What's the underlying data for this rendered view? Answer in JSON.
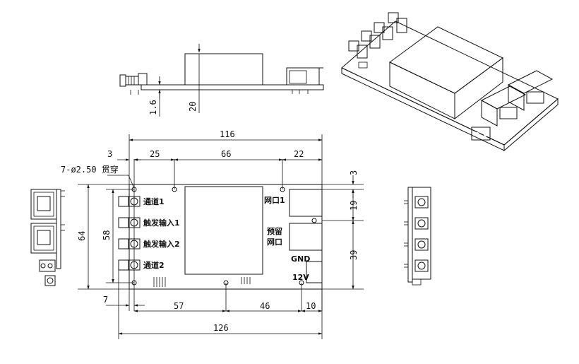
{
  "dimensions": {
    "board_thickness": "1.6",
    "height_profile": "20",
    "total_top": "116",
    "offset_left": "3",
    "hole_pitch_a": "25",
    "hole_pitch_b": "66",
    "hole_pitch_c": "22",
    "offset_top": "3",
    "port_spacing": "19",
    "port_to_edge": "39",
    "height_outer": "64",
    "height_inner": "58",
    "offset_bottom": "7",
    "hole_bottom_a": "57",
    "hole_bottom_b": "46",
    "hole_bottom_c": "10",
    "total_bottom": "126"
  },
  "hole_spec": "7-ø2.50 贯穿",
  "labels": {
    "ch1": "通道1",
    "trig1": "触发输入1",
    "trig2": "触发输入2",
    "ch2": "通道2",
    "net1": "网口1",
    "reserved_net_1": "预留",
    "reserved_net_2": "网口",
    "gnd": "GND",
    "v12": "12V"
  }
}
